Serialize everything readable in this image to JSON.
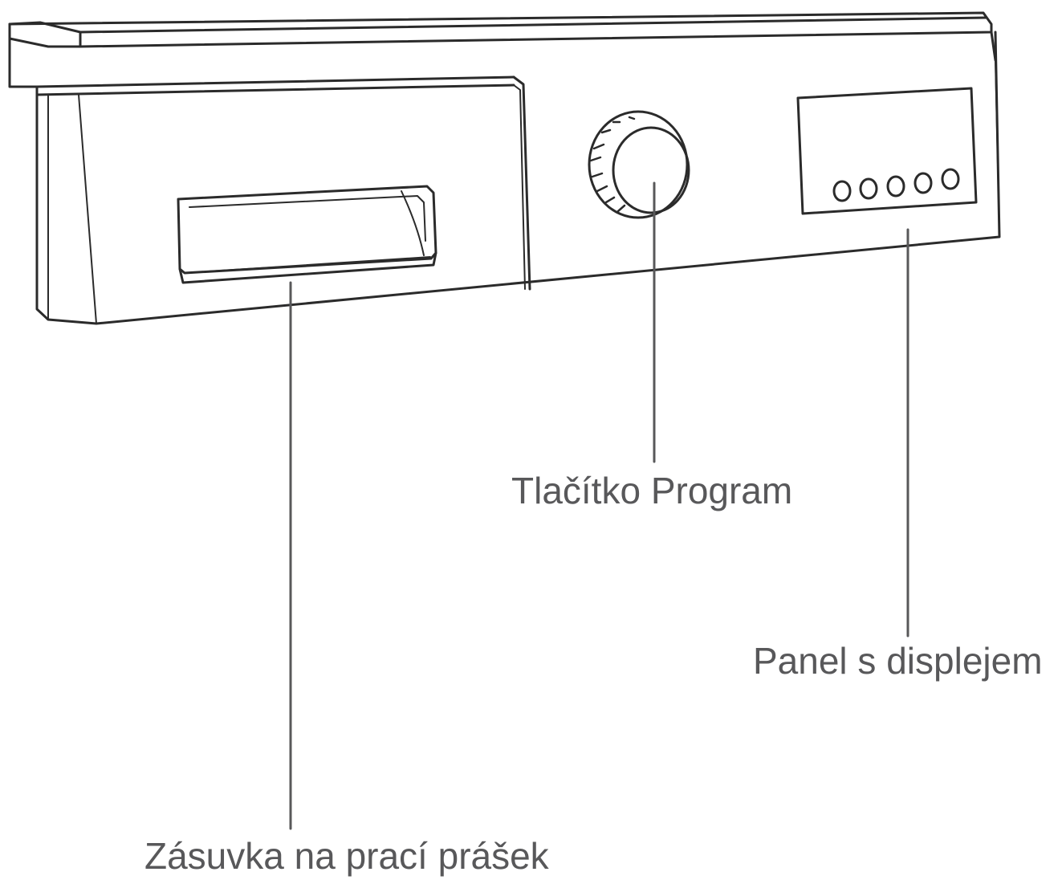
{
  "labels": {
    "program_button": "Tlačítko Program",
    "display_panel": "Panel s displejem",
    "detergent_drawer": "Zásuvka na prací prášek"
  },
  "display_buttons": {
    "count": 5
  },
  "colors": {
    "outline": "#2b2b2b",
    "leader_line": "#58585a",
    "label_text": "#58585a",
    "background": "#ffffff"
  }
}
